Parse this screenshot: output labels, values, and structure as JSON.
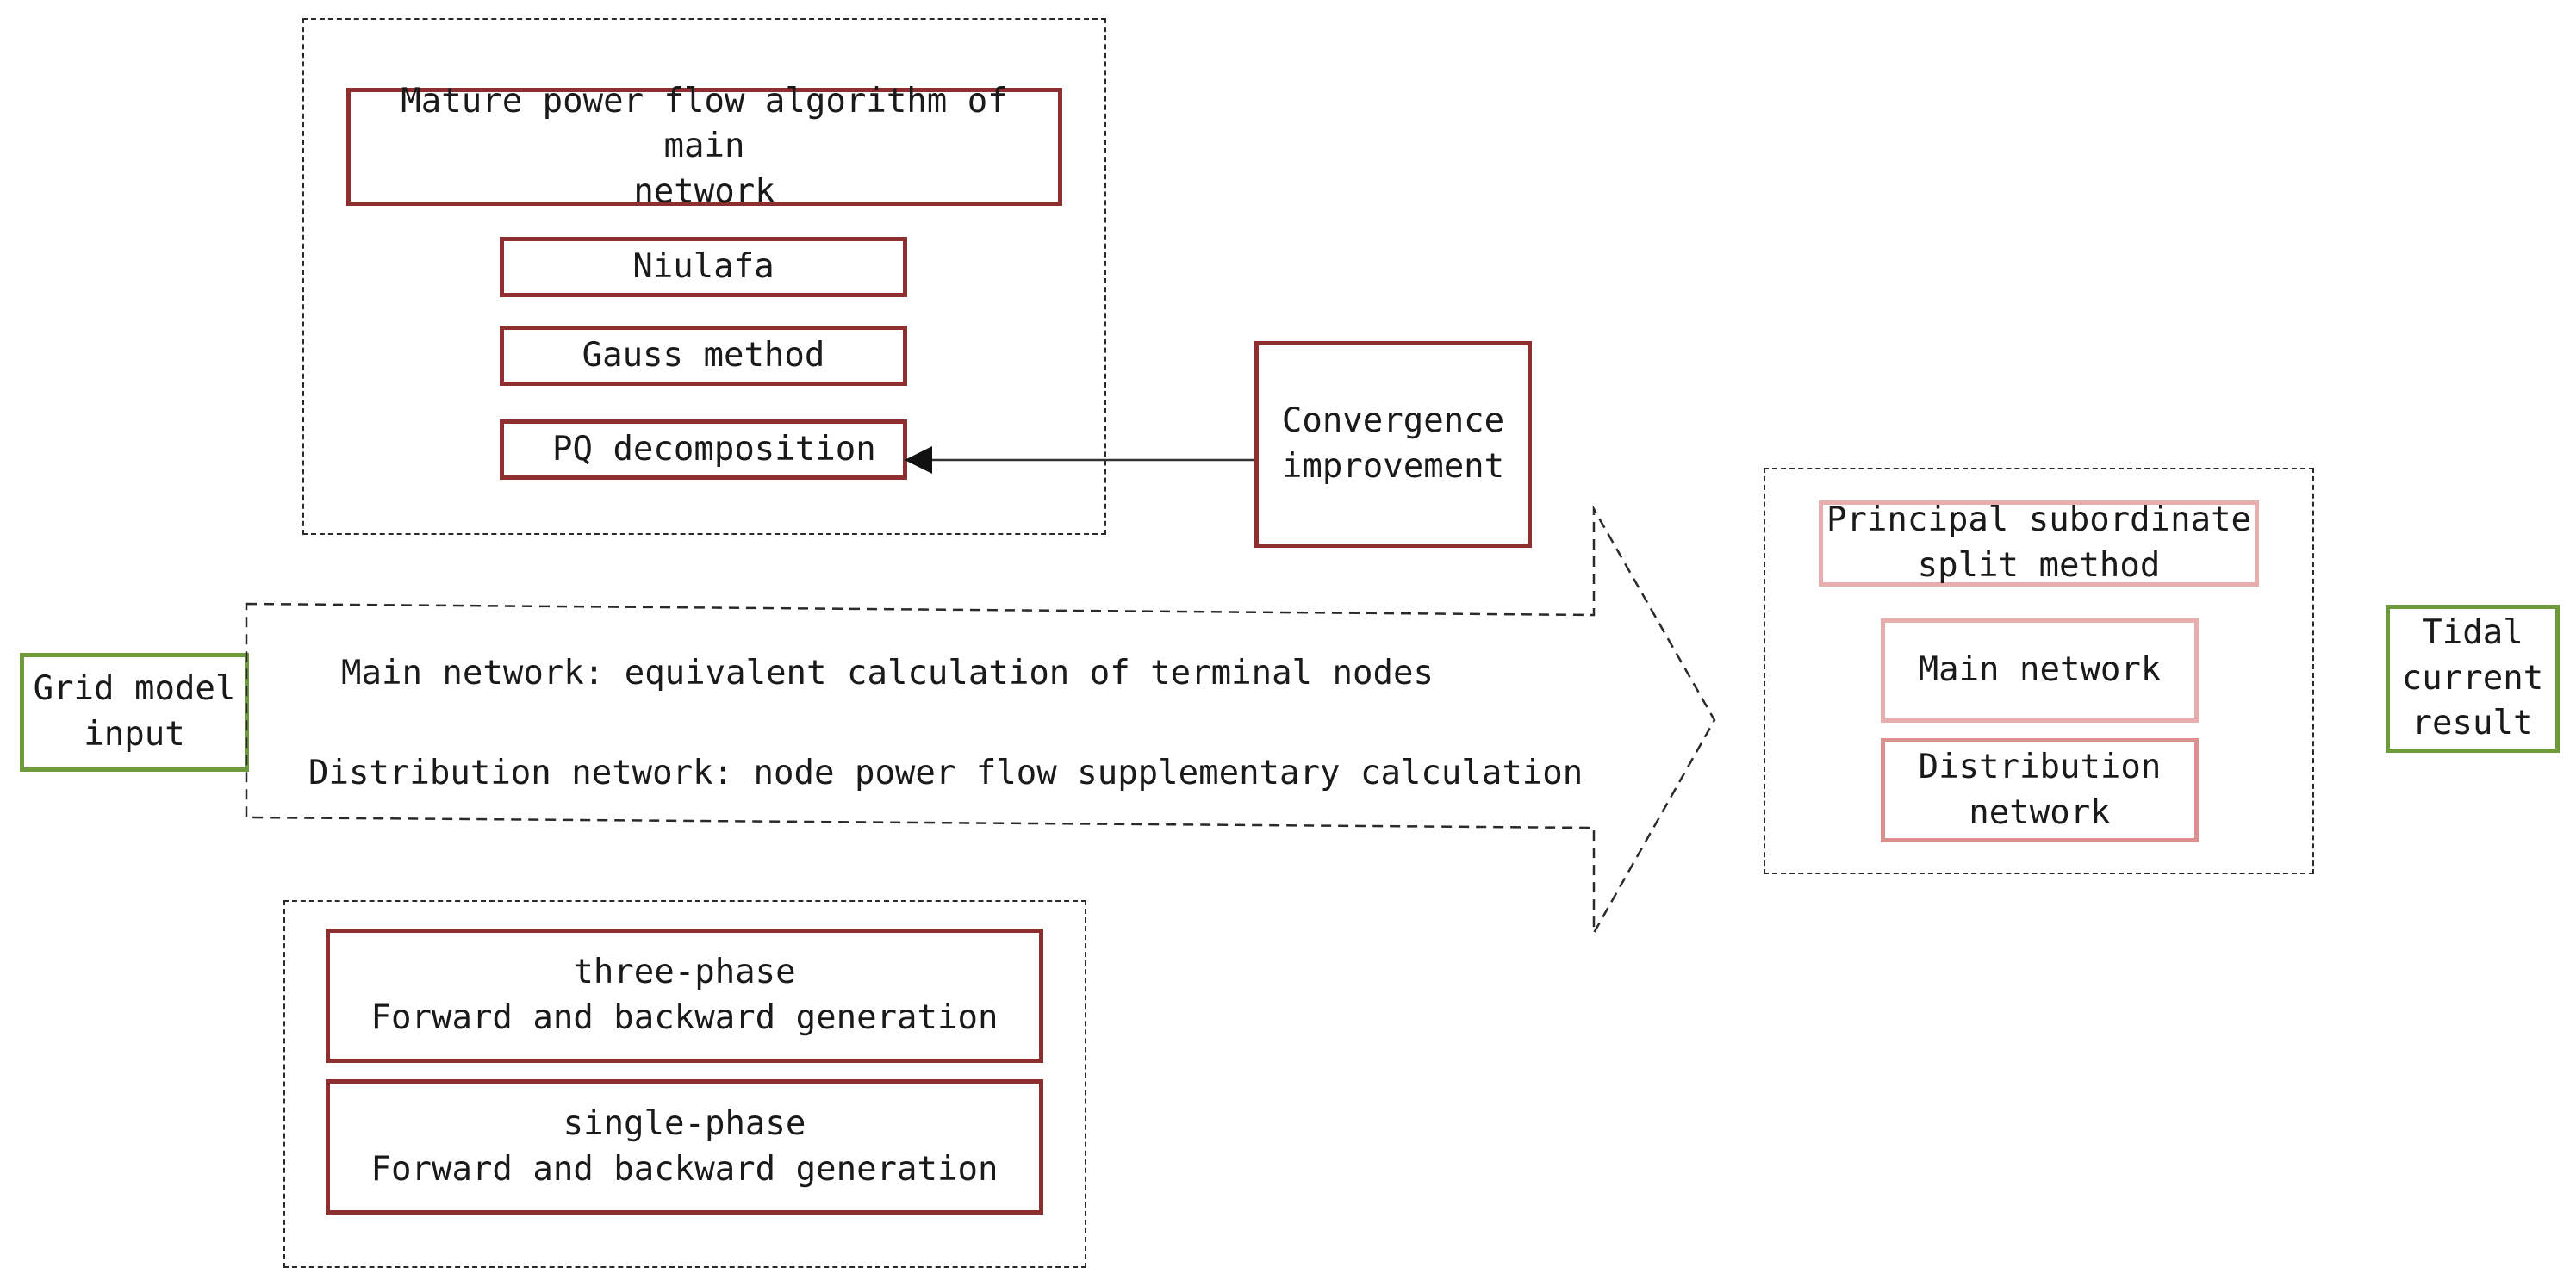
{
  "main_algorithms": {
    "title": "Mature power flow algorithm of main\nnetwork",
    "items": [
      "Niulafa",
      "Gauss method",
      "PQ decomposition"
    ]
  },
  "convergence": "Convergence\nimprovement",
  "grid_input": "Grid model\ninput",
  "arrow_text": {
    "line1": "Main network: equivalent calculation of terminal nodes",
    "line2": "Distribution network: node power flow supplementary calculation"
  },
  "distribution_algorithms": {
    "items": [
      "three-phase\nForward and backward generation",
      "single-phase\nForward and backward generation"
    ]
  },
  "split_method": {
    "title": "Principal subordinate\nsplit method",
    "items": [
      "Main network",
      "Distribution\nnetwork"
    ]
  },
  "result": "Tidal\ncurrent\nresult",
  "colors": {
    "box_red": "#8e2f2f",
    "box_pink": "#e8adad",
    "box_green": "#6e9a3c",
    "dashed": "#2a2a2a"
  }
}
